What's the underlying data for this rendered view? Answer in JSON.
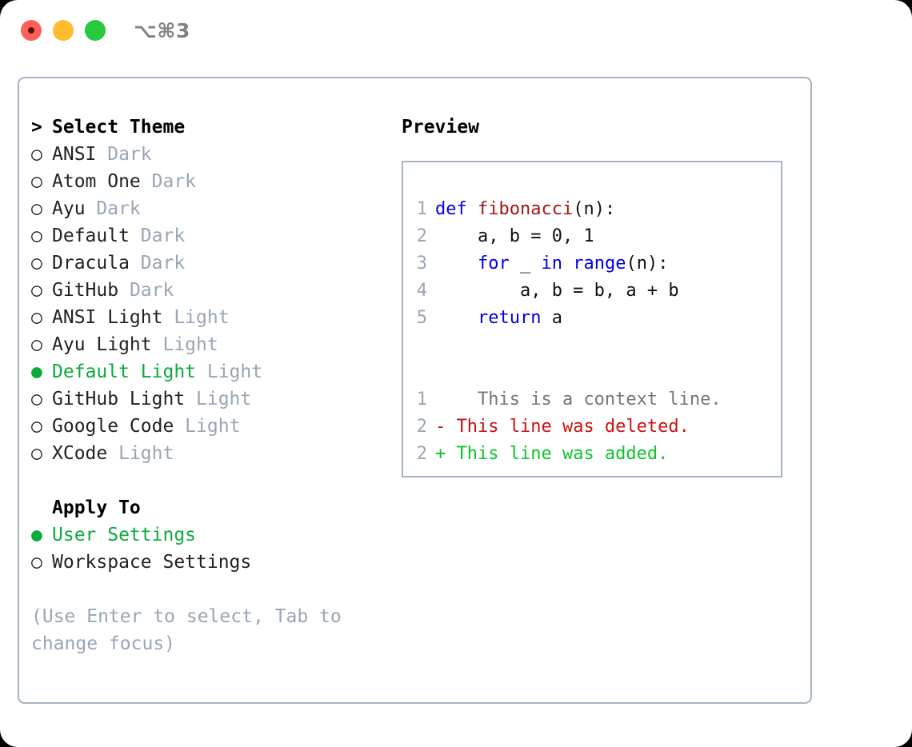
{
  "titlebar": {
    "shortcut": "⌥⌘3",
    "buttons": {
      "close": "close",
      "minimize": "minimize",
      "maximize": "maximize"
    }
  },
  "theme_picker": {
    "title_marker": "> ",
    "title": "Select Theme",
    "items": [
      {
        "marker": "○ ",
        "name": "ANSI",
        "category": " Dark",
        "selected": false
      },
      {
        "marker": "○ ",
        "name": "Atom One",
        "category": " Dark",
        "selected": false
      },
      {
        "marker": "○ ",
        "name": "Ayu",
        "category": " Dark",
        "selected": false
      },
      {
        "marker": "○ ",
        "name": "Default",
        "category": " Dark",
        "selected": false
      },
      {
        "marker": "○ ",
        "name": "Dracula",
        "category": " Dark",
        "selected": false
      },
      {
        "marker": "○ ",
        "name": "GitHub",
        "category": " Dark",
        "selected": false
      },
      {
        "marker": "○ ",
        "name": "ANSI Light",
        "category": " Light",
        "selected": false
      },
      {
        "marker": "○ ",
        "name": "Ayu Light",
        "category": " Light",
        "selected": false
      },
      {
        "marker": "● ",
        "name": "Default Light",
        "category": " Light",
        "selected": true
      },
      {
        "marker": "○ ",
        "name": "GitHub Light",
        "category": " Light",
        "selected": false
      },
      {
        "marker": "○ ",
        "name": "Google Code",
        "category": " Light",
        "selected": false
      },
      {
        "marker": "○ ",
        "name": "XCode",
        "category": " Light",
        "selected": false
      }
    ]
  },
  "apply_to": {
    "heading_marker": "  ",
    "heading": "Apply To",
    "options": [
      {
        "marker": "● ",
        "label": "User Settings",
        "selected": true
      },
      {
        "marker": "○ ",
        "label": "Workspace Settings",
        "selected": false
      }
    ]
  },
  "hint": "(Use Enter to select, Tab to change focus)",
  "preview": {
    "title": "Preview",
    "code_lines": [
      {
        "number": "1",
        "tokens": [
          {
            "text": "def ",
            "style": "kw"
          },
          {
            "text": "fibonacci",
            "style": "fn"
          },
          {
            "text": "(n):",
            "style": "plain"
          }
        ]
      },
      {
        "number": "2",
        "tokens": [
          {
            "text": "    a, b = 0, 1",
            "style": "plain"
          }
        ]
      },
      {
        "number": "3",
        "tokens": [
          {
            "text": "    ",
            "style": "plain"
          },
          {
            "text": "for",
            "style": "kw"
          },
          {
            "text": " _ ",
            "style": "plain"
          },
          {
            "text": "in",
            "style": "kw"
          },
          {
            "text": " ",
            "style": "plain"
          },
          {
            "text": "range",
            "style": "kw"
          },
          {
            "text": "(n):",
            "style": "plain"
          }
        ]
      },
      {
        "number": "4",
        "tokens": [
          {
            "text": "        a, b = b, a + b",
            "style": "plain"
          }
        ]
      },
      {
        "number": "5",
        "tokens": [
          {
            "text": "    ",
            "style": "plain"
          },
          {
            "text": "return",
            "style": "kw"
          },
          {
            "text": " a",
            "style": "plain"
          }
        ]
      }
    ],
    "diff_lines": [
      {
        "number": "1",
        "sign": "  ",
        "text": "  This is a context line.",
        "kind": "diff-ctx"
      },
      {
        "number": "2",
        "sign": "- ",
        "text": "This line was deleted.",
        "kind": "diff-del"
      },
      {
        "number": "2",
        "sign": "+ ",
        "text": "This line was added.",
        "kind": "diff-add"
      }
    ]
  },
  "colors": {
    "selected_green": "#0cab3e",
    "muted_gray": "#9aa5b4",
    "border": "#a7b2c2",
    "keyword_blue": "#0000e8",
    "function_red": "#a11616",
    "diff_delete": "#cc1111",
    "diff_add": "#0cc42b",
    "light_close": "#ff6058",
    "light_min": "#ffbd2e",
    "light_max": "#28c83f"
  }
}
